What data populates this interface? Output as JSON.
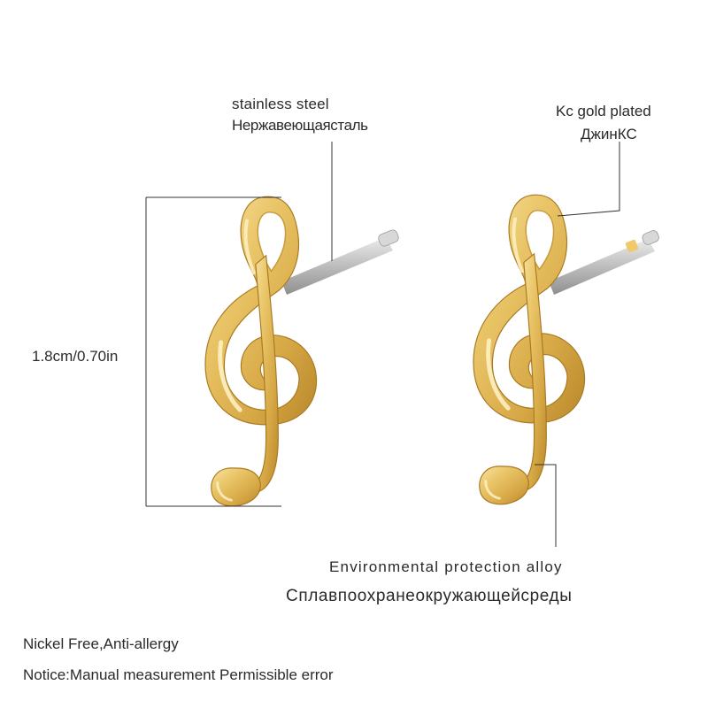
{
  "labels": {
    "steel_en": "stainless steel",
    "steel_ru": "Нержавеющаясталь",
    "gold_en": "Kc gold plated",
    "gold_ru": "ДжинКС",
    "size": "1.8cm/0.70in",
    "alloy_en": "Environmental protection alloy",
    "alloy_ru": "Сплавпоохранеокружающейсреды",
    "nickel": "Nickel Free,Anti-allergy",
    "notice": "Notice:Manual measurement Permissible error"
  },
  "colors": {
    "gold_light": "#f6dc8e",
    "gold_mid": "#e4b955",
    "gold_dark": "#b58423",
    "post": "#c9c9c9",
    "line": "#333333"
  },
  "product": {
    "item": "treble-clef stud earrings",
    "count": 2
  }
}
